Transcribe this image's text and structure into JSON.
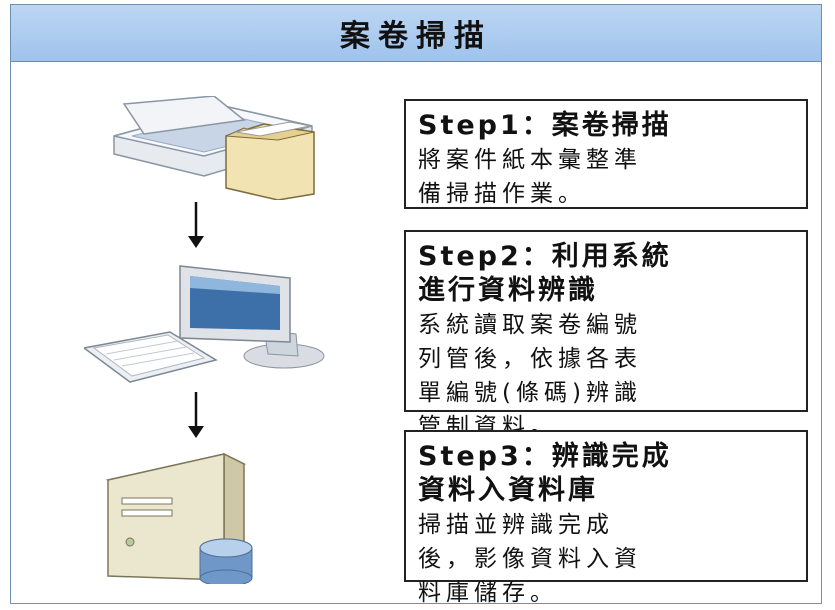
{
  "banner": {
    "title": "案卷掃描"
  },
  "steps": [
    {
      "title_lines": [
        "Step1：案卷掃描"
      ],
      "desc_lines": [
        "將案件紙本彙整準",
        "備掃描作業。"
      ],
      "icon": "scanner-icon"
    },
    {
      "title_lines": [
        "Step2：利用系統",
        "進行資料辨識"
      ],
      "desc_lines": [
        "系統讀取案卷編號",
        "列管後，依據各表",
        "單編號(條碼)辨識",
        "管制資料。"
      ],
      "icon": "computer-icon"
    },
    {
      "title_lines": [
        "Step3：辨識完成",
        "資料入資料庫"
      ],
      "desc_lines": [
        "掃描並辨識完成",
        "後，影像資料入資",
        "料庫儲存。"
      ],
      "icon": "server-database-icon"
    }
  ],
  "colors": {
    "banner": "#aecdef",
    "border": "#6f8fb0",
    "box_border": "#222222"
  }
}
